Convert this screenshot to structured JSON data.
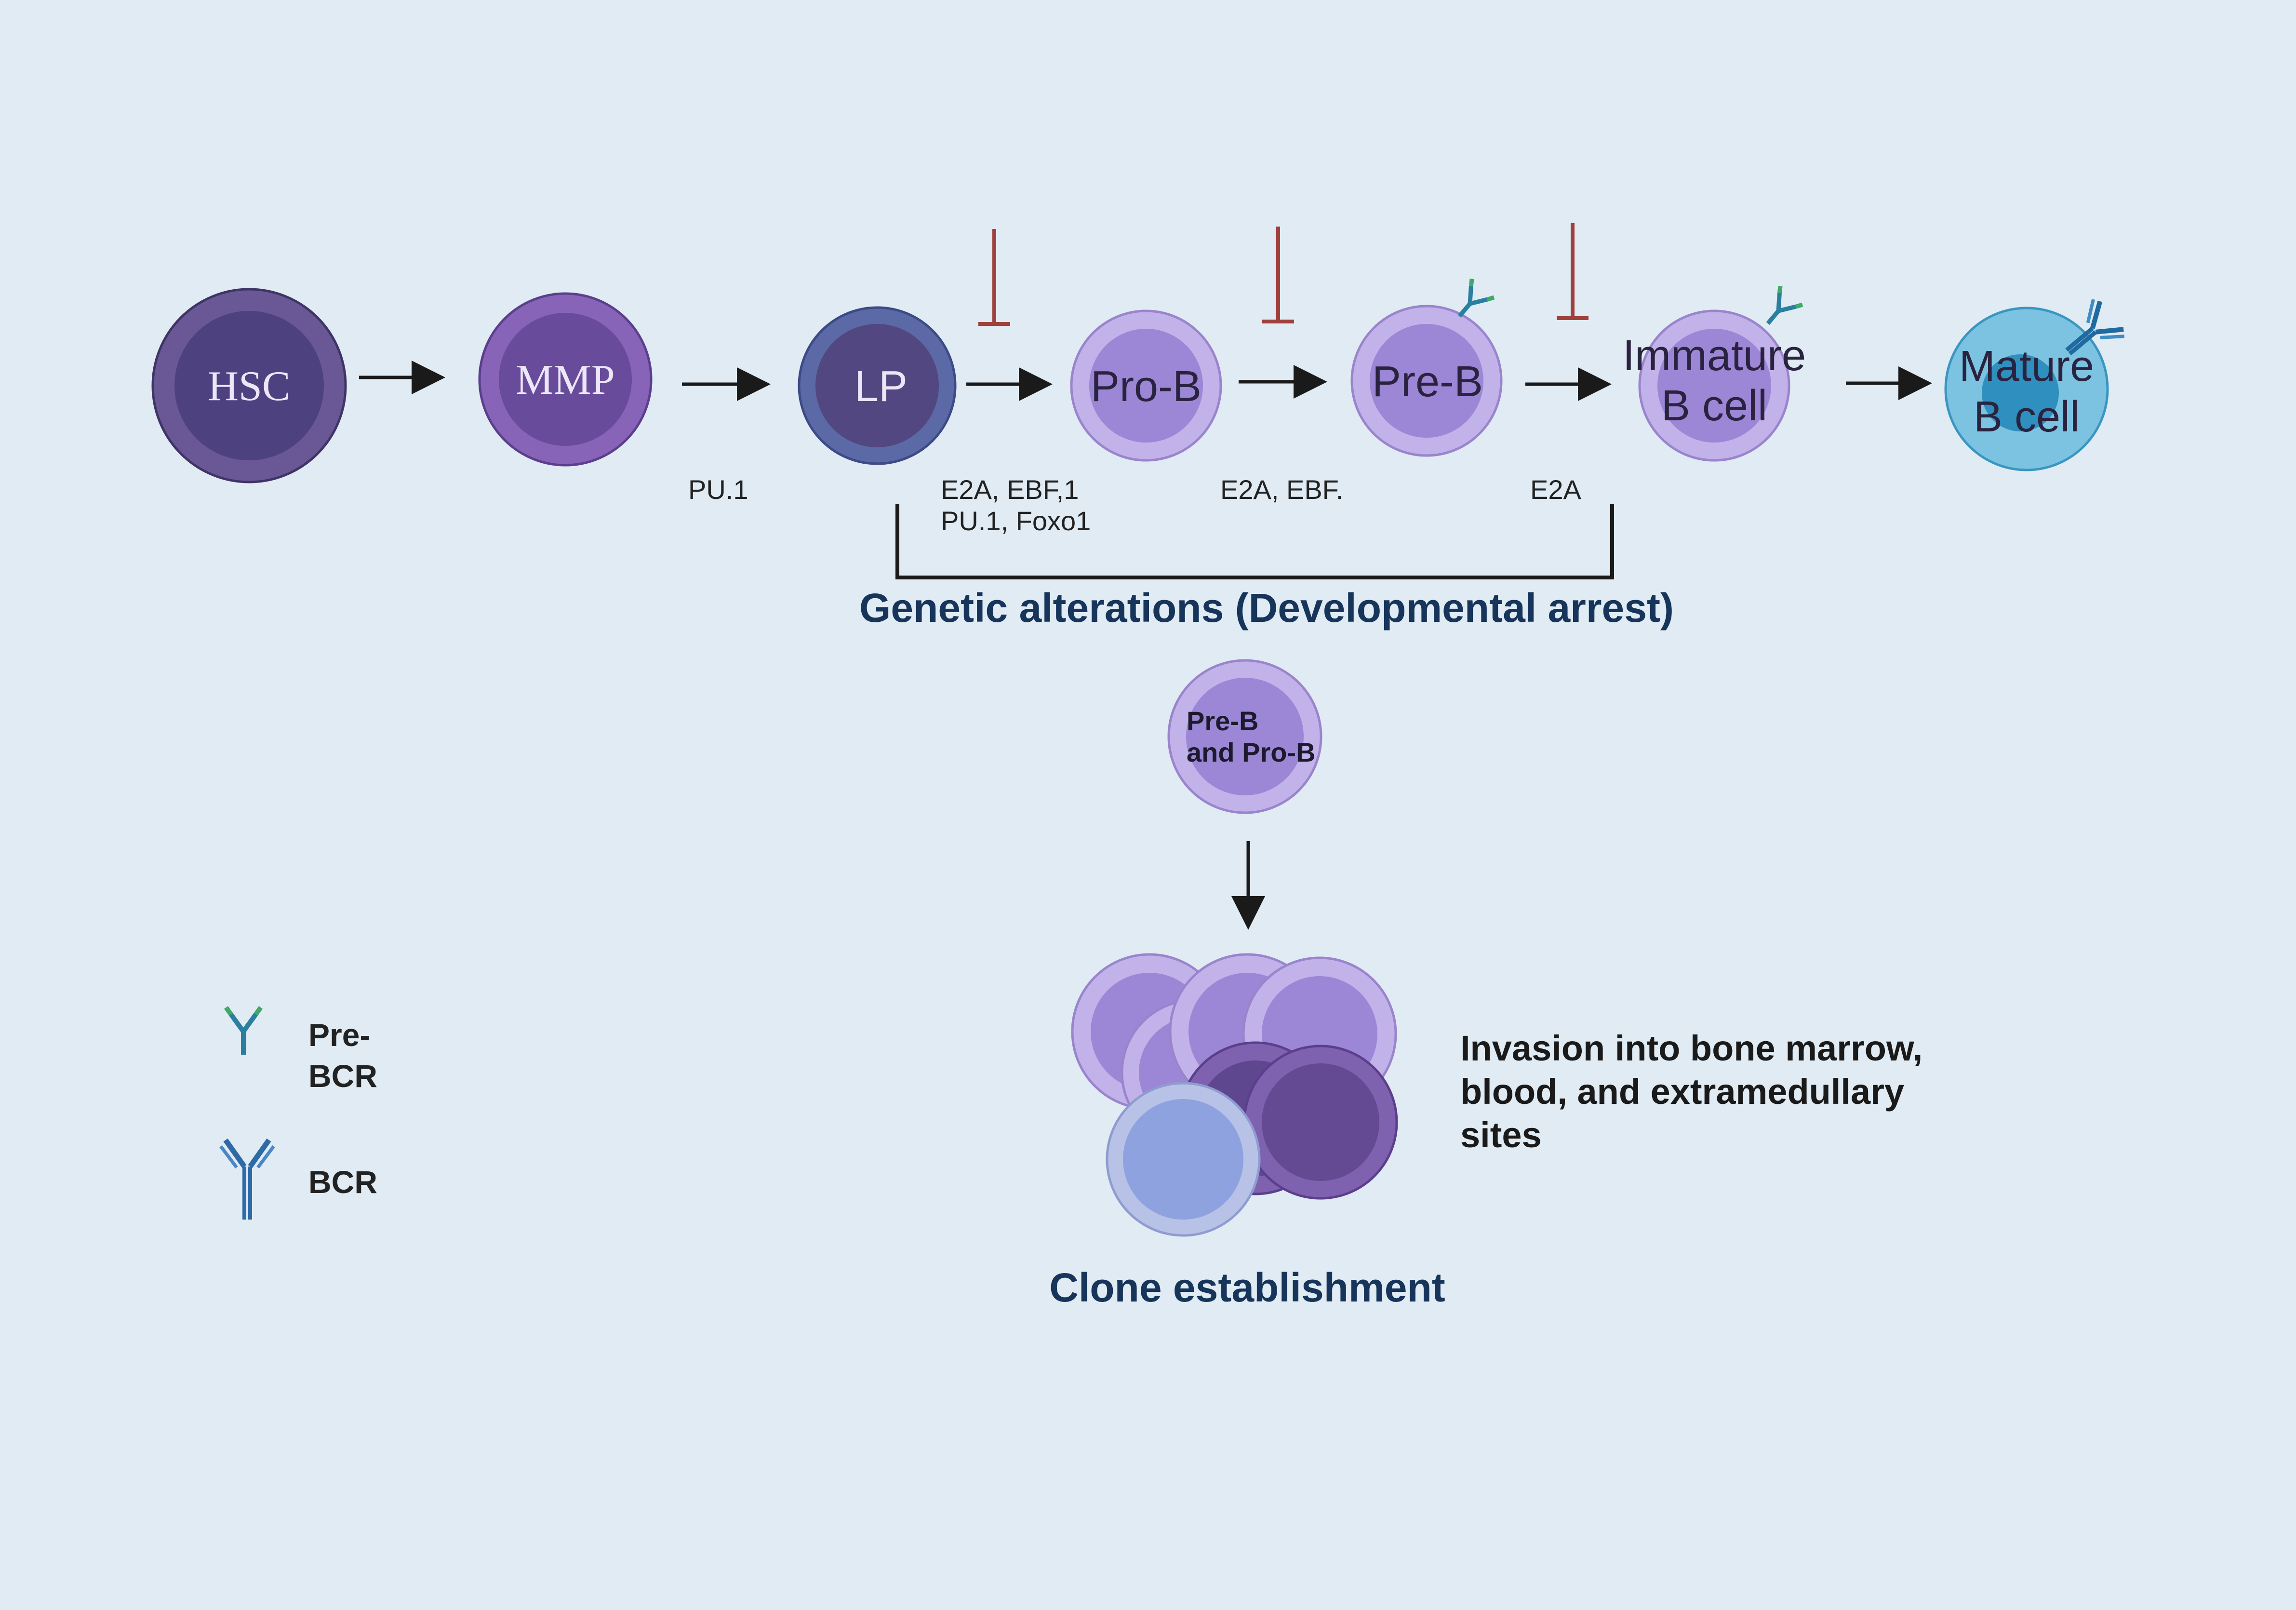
{
  "diagram": {
    "cells": [
      {
        "id": "hsc",
        "label": "HSC"
      },
      {
        "id": "mmp",
        "label": "MMP"
      },
      {
        "id": "lp",
        "label": "LP"
      },
      {
        "id": "pro_b",
        "label": "Pro-B"
      },
      {
        "id": "pre_b",
        "label": "Pre-B"
      },
      {
        "id": "immature_b",
        "label_line1": "Immature",
        "label_line2": "B cell"
      },
      {
        "id": "mature_b",
        "label_line1": "Mature",
        "label_line2": "B cell"
      }
    ],
    "factors": {
      "pu1": "PU.1",
      "lp_to_prob_line1": "E2A, EBF,1",
      "lp_to_prob_line2": "PU.1, Foxo1",
      "prob_to_preb": "E2A, EBF.",
      "preb_to_immature": "E2A"
    },
    "arrest_heading": "Genetic alterations (Developmental arrest)",
    "arrested_cell": {
      "line1": "Pre-B",
      "line2": "and Pro-B"
    },
    "clone_heading": "Clone establishment",
    "invasion_note": [
      "Invasion into bone marrow,",
      "blood, and extramedullary",
      "sites"
    ],
    "legend": [
      {
        "icon": "pre-bcr-icon",
        "line1": "Pre-",
        "line2": "BCR"
      },
      {
        "icon": "bcr-icon",
        "line1": "BCR"
      }
    ],
    "colors": {
      "background": "#e0ebf3",
      "inhibitor": "#a0403c",
      "heading": "#17355a",
      "pre_bcr_green": "#3fa86a",
      "bcr_blue": "#2f6aa8"
    }
  }
}
